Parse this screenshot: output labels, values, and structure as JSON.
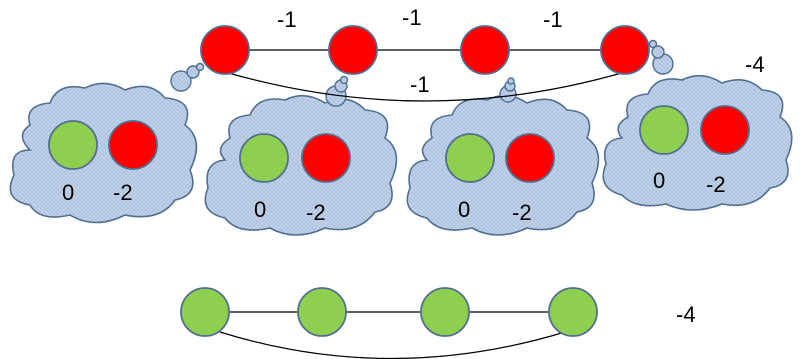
{
  "colors": {
    "red_node": "#ff0000",
    "green_node": "#8fcf4f",
    "cloud_fill": "#c6d6ec",
    "cloud_stroke": "#4f6f93",
    "edge": "#000000"
  },
  "top_graph": {
    "edge_labels": [
      "-1",
      "-1",
      "-1",
      "-1"
    ],
    "total_label": "-4"
  },
  "clouds": [
    {
      "green_value": "0",
      "red_value": "-2"
    },
    {
      "green_value": "0",
      "red_value": "-2"
    },
    {
      "green_value": "0",
      "red_value": "-2"
    },
    {
      "green_value": "0",
      "red_value": "-2"
    }
  ],
  "bottom_graph": {
    "total_label": "-4"
  }
}
